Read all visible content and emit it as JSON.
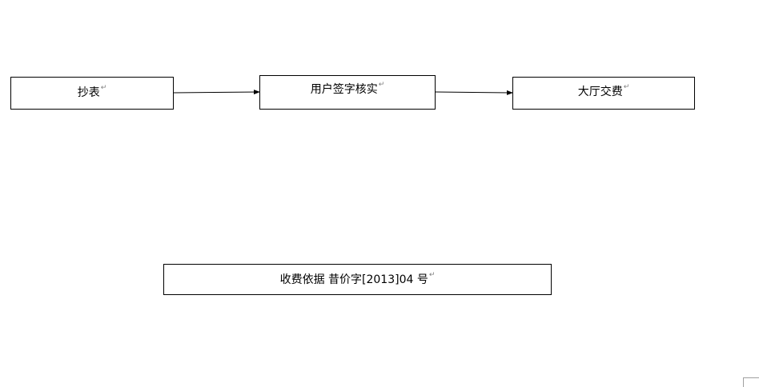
{
  "diagram": {
    "nodes": {
      "meter_reading": "抄表",
      "user_sign_verify": "用户签字核实",
      "hall_payment": "大厅交费",
      "fee_basis": "收费依据 昔价字[2013]04 号"
    },
    "paragraph_mark": "↵",
    "edges": [
      {
        "from": "meter_reading",
        "to": "user_sign_verify"
      },
      {
        "from": "user_sign_verify",
        "to": "hall_payment"
      }
    ],
    "colors": {
      "stroke": "#000000",
      "background": "#ffffff",
      "paragraph_mark": "#7f7f7f"
    }
  }
}
